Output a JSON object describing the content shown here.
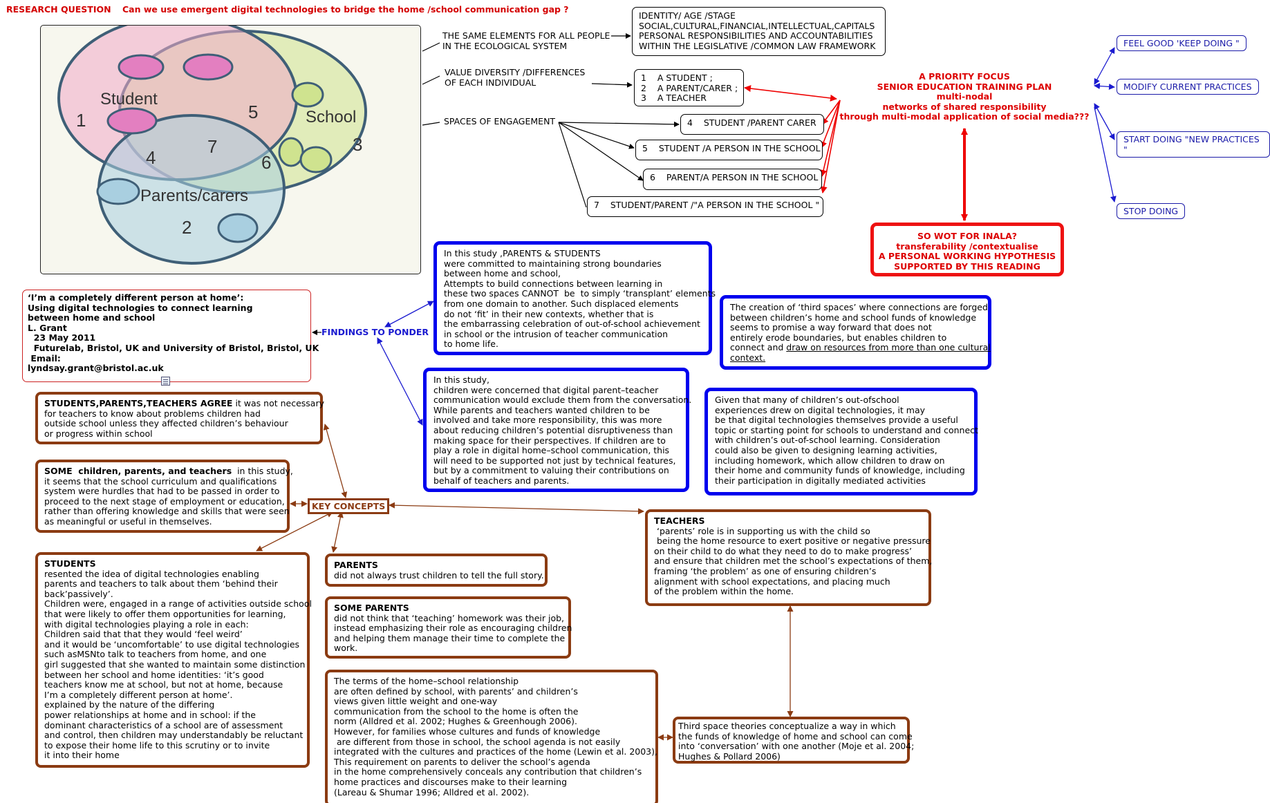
{
  "header": {
    "label": "RESEARCH QUESTION",
    "question": "Can we use emergent digital technologies to bridge the home /school communication gap ?"
  },
  "venn": {
    "student": "Student",
    "school": "School",
    "parents": "Parents/carers",
    "regions": [
      "1",
      "2",
      "3",
      "4",
      "5",
      "6",
      "7"
    ]
  },
  "ecology": {
    "same_elements": "THE SAME ELEMENTS FOR ALL PEOPLE\nIN THE ECOLOGICAL SYSTEM",
    "identity_box": "IDENTITY/ AGE /STAGE\nSOCIAL,CULTURAL,FINANCIAL,INTELLECTUAL,CAPITALS\nPERSONAL RESPONSIBILITIES AND ACCOUNTABILITIES\nWITHIN THE LEGISLATIVE /COMMON LAW FRAMEWORK",
    "value_diversity": "VALUE DIVERSITY /DIFFERENCES\nOF EACH INDIVIDUAL",
    "roles_box": "1    A STUDENT ;\n2    A PARENT/CARER ;\n3    A TEACHER",
    "spaces": "SPACES OF ENGAGEMENT",
    "space4": "4    STUDENT /PARENT CARER",
    "space5": "5    STUDENT /A PERSON IN THE SCHOOL",
    "space6": "6    PARENT/A PERSON IN THE SCHOOL",
    "space7": "7    STUDENT/PARENT /\"A PERSON IN THE SCHOOL \""
  },
  "priority": {
    "lines": [
      "A PRIORITY FOCUS",
      "SENIOR EDUCATION TRAINING PLAN",
      "multi-nodal",
      "networks of shared responsibility",
      "through multi-modal application of social media???"
    ]
  },
  "inala": {
    "lines": [
      "SO WOT FOR INALA?",
      "transferability /contextualise",
      "A PERSONAL WORKING HYPOTHESIS",
      "SUPPORTED BY THIS READING"
    ]
  },
  "actions": {
    "feel_good": "FEEL GOOD 'KEEP DOING \"",
    "modify": "MODIFY CURRENT PRACTICES",
    "start": "START DOING \"NEW PRACTICES \"",
    "stop": "STOP DOING"
  },
  "reference": {
    "text": "‘I’m a completely different person at home’:\nUsing digital technologies to connect learning\nbetween home and school\nL. Grant\n  23 May 2011\n  Futurelab, Bristol, UK and University of Bristol, Bristol, UK\n Email:\nlyndsay.grant@bristol.ac.uk"
  },
  "findings": {
    "label": "FINDINGS TO PONDER",
    "boundaries": "In this study ,PARENTS & STUDENTS\nwere committed to maintaining strong boundaries\nbetween home and school,\nAttempts to build connections between learning in\nthese two spaces CANNOT  be  to simply ‘transplant’ elements\nfrom one domain to another. Such displaced elements\ndo not ‘fit’ in their new contexts, whether that is\nthe embarrassing celebration of out-of-school achievement\nin school or the intrusion of teacher communication\nto home life.",
    "children": "In this study,\nchildren were concerned that digital parent–teacher\ncommunication would exclude them from the conversation.\nWhile parents and teachers wanted children to be\ninvolved and take more responsibility, this was more\nabout reducing children’s potential disruptiveness than\nmaking space for their perspectives. If children are to\nplay a role in digital home–school communication, this\nwill need to be supported not just by technical features,\nbut by a commitment to valuing their contributions on\nbehalf of teachers and parents.",
    "third_spaces_main": "The creation of ‘third spaces’ where connections are forged\nbetween children’s home and school funds of knowledge\nseems to promise a way forward that does not\nentirely erode boundaries, but enables children to\nconnect and ",
    "third_spaces_link1": "draw on resources from more than one cultural",
    "third_spaces_link2": "context.",
    "out_of_school": "Given that many of children’s out-ofschool\nexperiences drew on digital technologies, it may\nbe that digital technologies themselves provide a useful\ntopic or starting point for schools to understand and connect\nwith children’s out-of-school learning. Consideration\ncould also be given to designing learning activities,\nincluding homework, which allow children to draw on\ntheir home and community funds of knowledge, including\ntheir participation in digitally mediated activities"
  },
  "key_concepts": {
    "label": "KEY CONCEPTS",
    "agree_title": "STUDENTS,PARENTS,TEACHERS AGREE",
    "agree_body": " it was not necessary\nfor teachers to know about problems children had\noutside school unless they affected children’s behaviour\nor progress within school",
    "some_title": "SOME  children, parents, and teachers",
    "some_body": "  in this study,\nit seems that the school curriculum and qualifications\nsystem were hurdles that had to be passed in order to\nproceed to the next stage of employment or education,\nrather than offering knowledge and skills that were seen\nas meaningful or useful in themselves.",
    "students_title": "STUDENTS",
    "students_body": "resented the idea of digital technologies enabling\nparents and teachers to talk about them ‘behind their\nback’passively’.\nChildren were, engaged in a range of activities outside school\nthat were likely to offer them opportunities for learning,\nwith digital technologies playing a role in each:\nChildren said that that they would ‘feel weird’\nand it would be ‘uncomfortable’ to use digital technologies\nsuch asMSNto talk to teachers from home, and one\ngirl suggested that she wanted to maintain some distinction\nbetween her school and home identities: ‘it’s good\nteachers know me at school, but not at home, because\nI’m a completely different person at home’.\nexplained by the nature of the differing\npower relationships at home and in school: if the\ndominant characteristics of a school are of assessment\nand control, then children may understandably be reluctant\nto expose their home life to this scrutiny or to invite\nit into their home",
    "parents_title": "PARENTS",
    "parents_body": "did not always trust children to tell the full story.",
    "some_parents_title": "SOME PARENTS",
    "some_parents_body": "did not think that ‘teaching’ homework was their job,\ninstead emphasizing their role as encouraging children\nand helping them manage their time to complete the\nwork.",
    "terms": "The terms of the home–school relationship\nare often defined by school, with parents’ and children’s\nviews given little weight and one-way\ncommunication from the school to the home is often the\nnorm (Alldred et al. 2002; Hughes & Greenhough 2006).\nHowever, for families whose cultures and funds of knowledge\n are different from those in school, the school agenda is not easily\nintegrated with the cultures and practices of the home (Lewin et al. 2003),\nThis requirement on parents to deliver the school’s agenda\nin the home comprehensively conceals any contribution that children’s\nhome practices and discourses make to their learning\n(Lareau & Shumar 1996; Alldred et al. 2002).",
    "teachers_title": "TEACHERS",
    "teachers_body": " ‘parents’ role is in supporting us with the child so\n being the home resource to exert positive or negative pressure\non their child to do what they need to do to make progress’\nand ensure that children met the school’s expectations of them,\nframing ‘the problem’ as one of ensuring children’s\nalignment with school expectations, and placing much\nof the problem within the home.",
    "third_space_theory": "Third space theories conceptualize a way in which\nthe funds of knowledge of home and school can come\ninto ‘conversation’ with one another (Moje et al. 2004;\nHughes & Pollard 2006)"
  },
  "colors": {
    "blue": "#0000ee",
    "brown": "#8b3b12",
    "red": "#ee1111",
    "link_blue": "#1a1aa8"
  }
}
